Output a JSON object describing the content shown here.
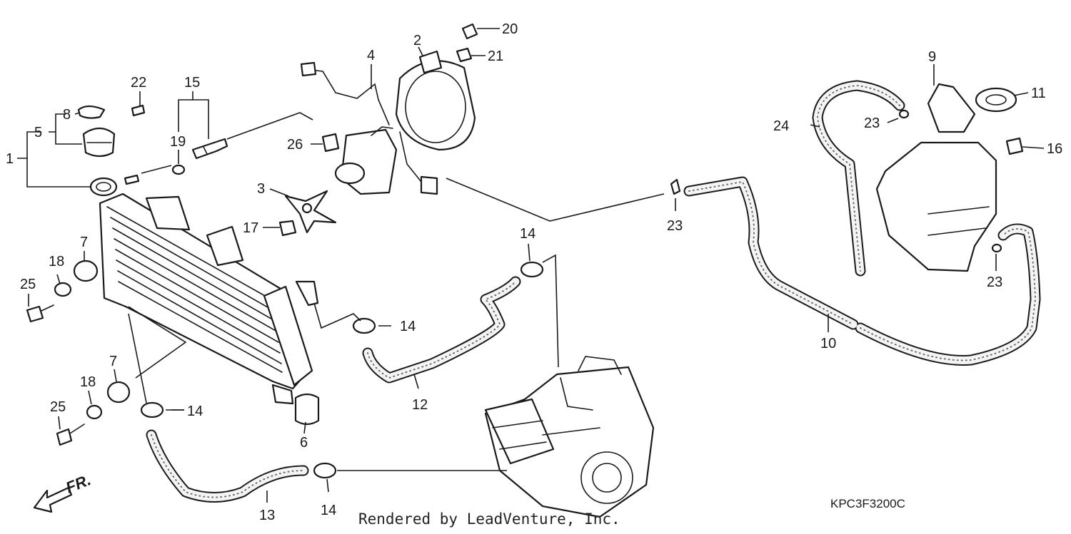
{
  "callouts": [
    {
      "id": "c1",
      "text": "1"
    },
    {
      "id": "c2",
      "text": "2"
    },
    {
      "id": "c3",
      "text": "3"
    },
    {
      "id": "c4",
      "text": "4"
    },
    {
      "id": "c5",
      "text": "5"
    },
    {
      "id": "c6",
      "text": "6"
    },
    {
      "id": "c7a",
      "text": "7"
    },
    {
      "id": "c7b",
      "text": "7"
    },
    {
      "id": "c8",
      "text": "8"
    },
    {
      "id": "c9",
      "text": "9"
    },
    {
      "id": "c10",
      "text": "10"
    },
    {
      "id": "c11",
      "text": "11"
    },
    {
      "id": "c12",
      "text": "12"
    },
    {
      "id": "c13",
      "text": "13"
    },
    {
      "id": "c14a",
      "text": "14"
    },
    {
      "id": "c14b",
      "text": "14"
    },
    {
      "id": "c14c",
      "text": "14"
    },
    {
      "id": "c14d",
      "text": "14"
    },
    {
      "id": "c15",
      "text": "15"
    },
    {
      "id": "c16",
      "text": "16"
    },
    {
      "id": "c17",
      "text": "17"
    },
    {
      "id": "c18a",
      "text": "18"
    },
    {
      "id": "c18b",
      "text": "18"
    },
    {
      "id": "c19",
      "text": "19"
    },
    {
      "id": "c20",
      "text": "20"
    },
    {
      "id": "c21",
      "text": "21"
    },
    {
      "id": "c22",
      "text": "22"
    },
    {
      "id": "c23a",
      "text": "23"
    },
    {
      "id": "c23b",
      "text": "23"
    },
    {
      "id": "c23c",
      "text": "23"
    },
    {
      "id": "c24",
      "text": "24"
    },
    {
      "id": "c25a",
      "text": "25"
    },
    {
      "id": "c25b",
      "text": "25"
    },
    {
      "id": "c26",
      "text": "26"
    }
  ],
  "front_indicator": "FR.",
  "credit": "Rendered by LeadVenture, Inc.",
  "diagram_code": "KPC3F3200C",
  "colors": {
    "line": "#1a1a1a",
    "hose_fill": "#f4f4f4",
    "stipple": "#6b6b6b"
  }
}
